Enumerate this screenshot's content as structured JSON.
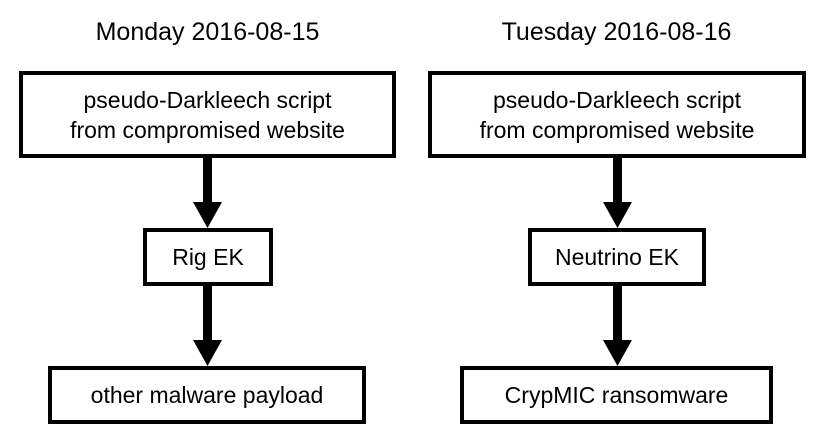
{
  "columns": [
    {
      "title": "Monday 2016-08-15",
      "source": {
        "line1": "pseudo-Darkleech script",
        "line2": "from compromised website"
      },
      "exploit_kit": "Rig EK",
      "payload": "other malware payload"
    },
    {
      "title": "Tuesday 2016-08-16",
      "source": {
        "line1": "pseudo-Darkleech script",
        "line2": "from compromised website"
      },
      "exploit_kit": "Neutrino EK",
      "payload": "CrypMIC ransomware"
    }
  ]
}
